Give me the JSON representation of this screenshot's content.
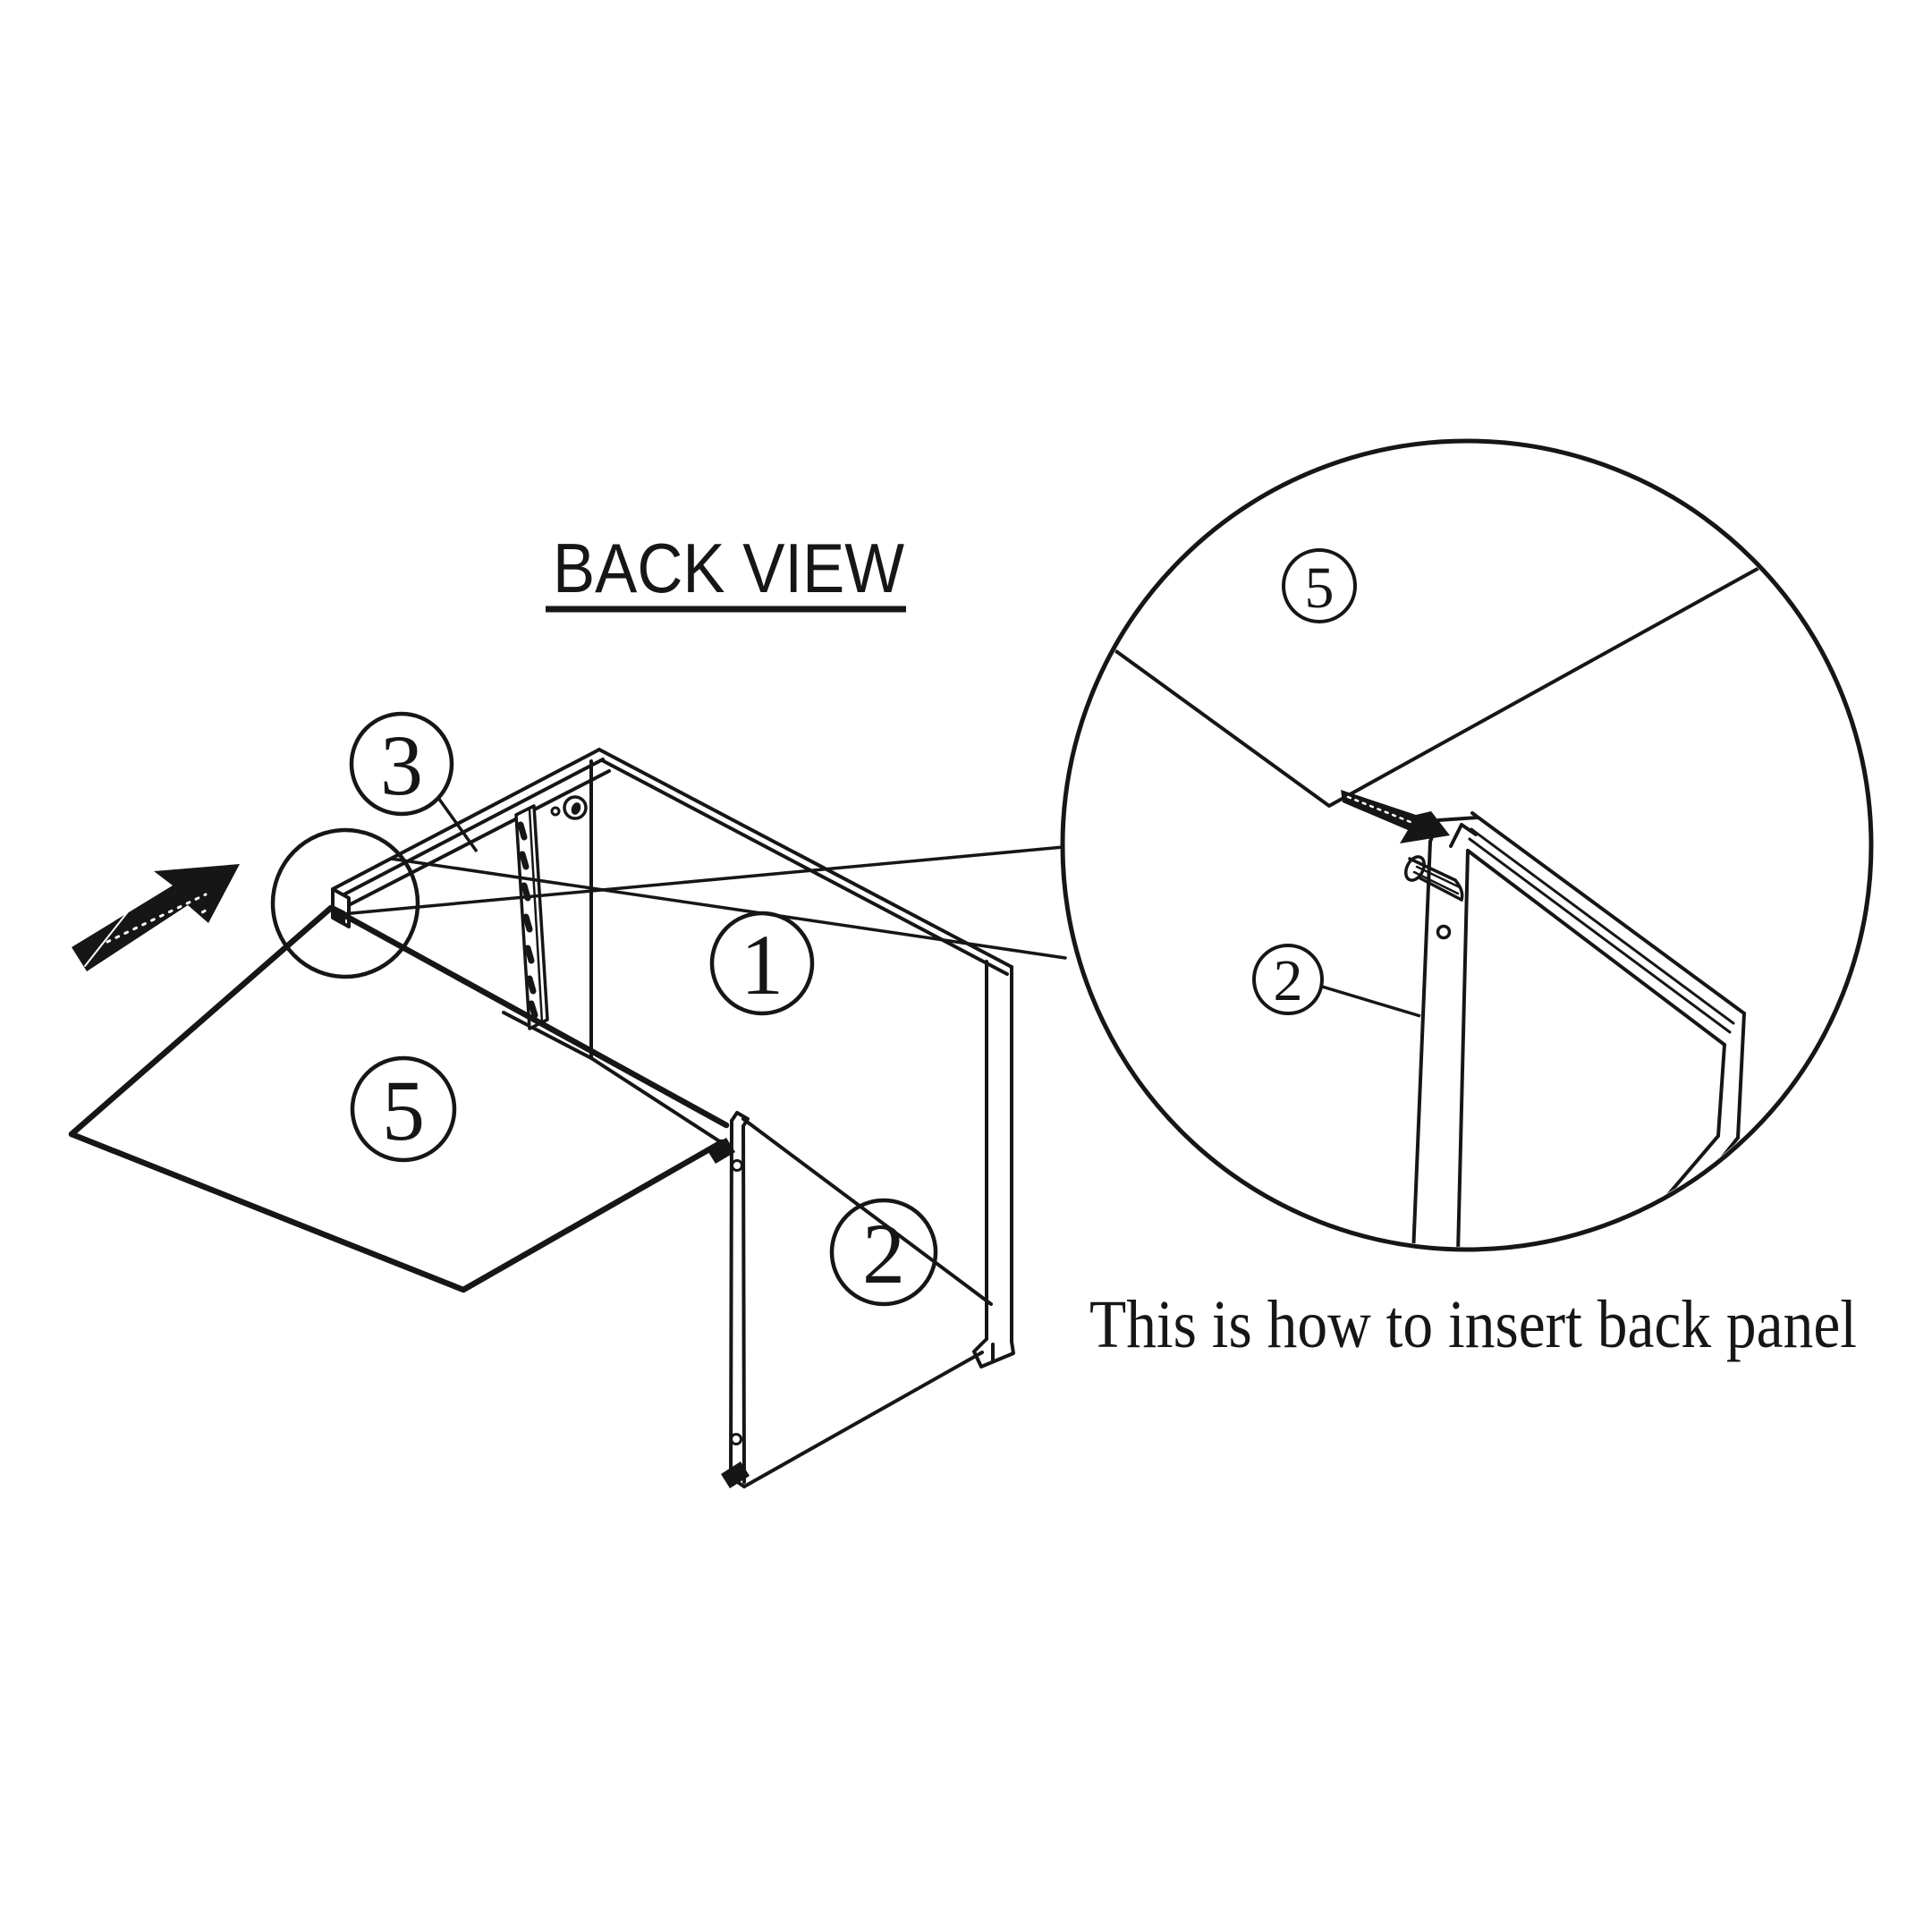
{
  "title": {
    "text": "BACK VIEW"
  },
  "caption": {
    "text": "This is how to insert back panel"
  },
  "colors": {
    "ink": "#161616",
    "background": "#ffffff"
  },
  "main_view": {
    "labels": [
      {
        "part": "top-panel",
        "number": "3"
      },
      {
        "part": "side-panel",
        "number": "1"
      },
      {
        "part": "back-panel",
        "number": "5"
      },
      {
        "part": "door-panel",
        "number": "2"
      }
    ]
  },
  "detail_view": {
    "labels": [
      {
        "part": "back-panel",
        "number": "5"
      },
      {
        "part": "door-panel",
        "number": "2"
      }
    ]
  }
}
